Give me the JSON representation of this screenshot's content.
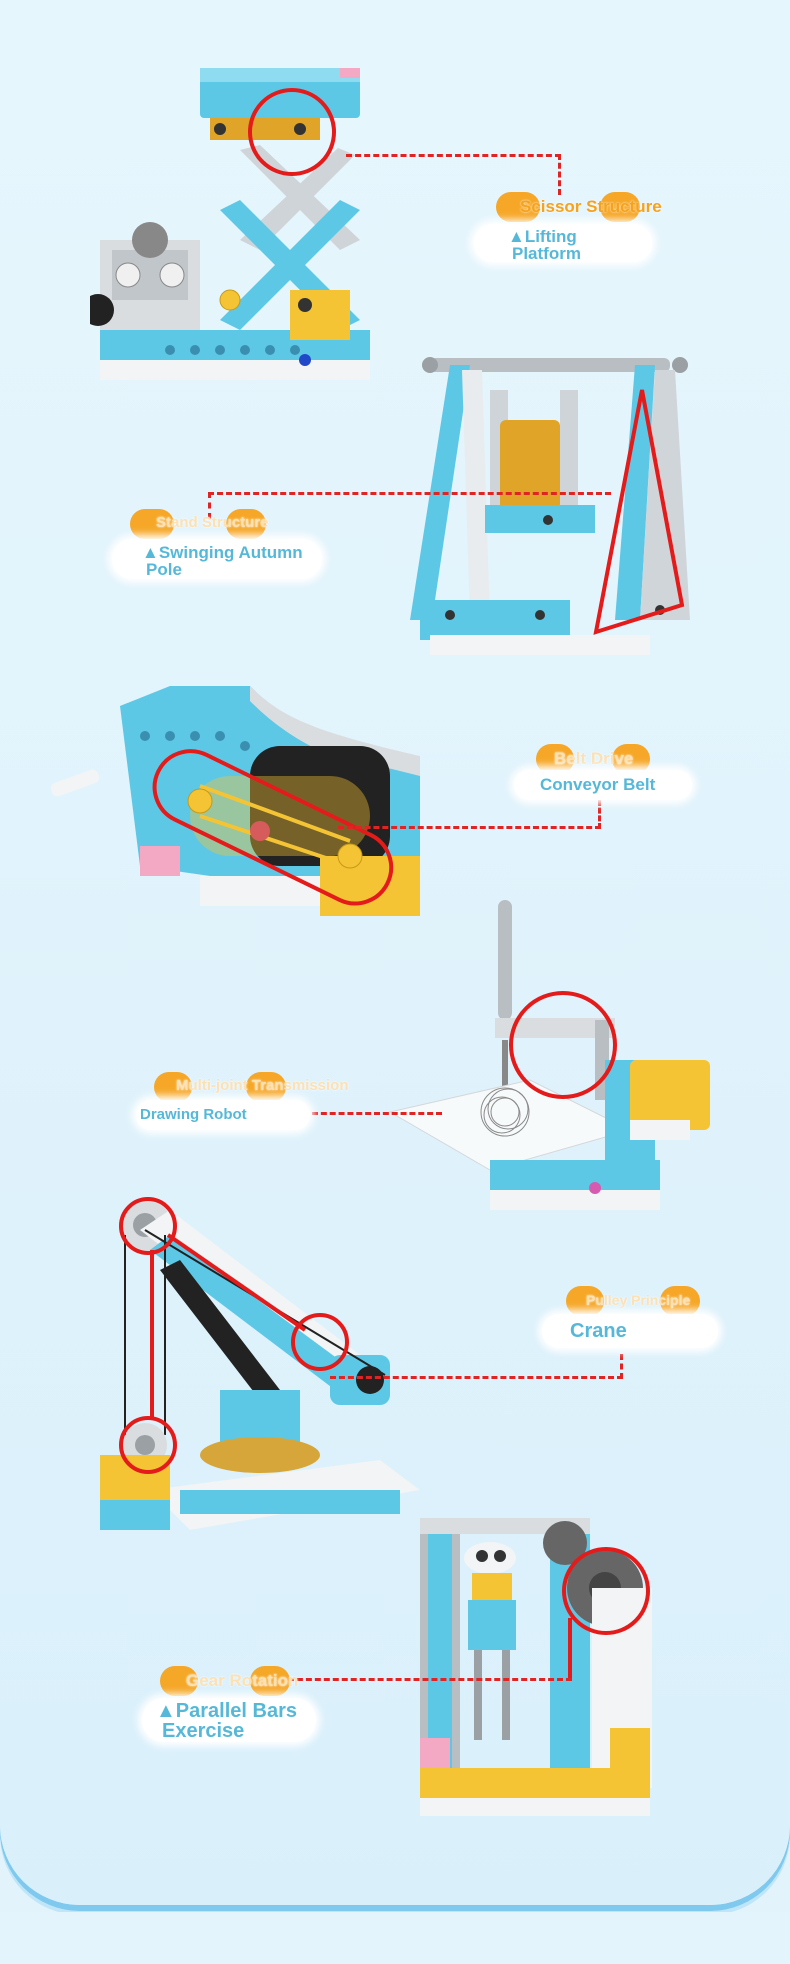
{
  "sections": [
    {
      "title": "Scissor Structure",
      "subtitle": "▲Lifting Platform",
      "subtitle_lines": [
        "▲Lifting",
        "Platform"
      ]
    },
    {
      "title": "Stand Structure",
      "subtitle": "▲Swinging Autumn Pole",
      "subtitle_lines": [
        "▲Swinging Autumn",
        "Pole"
      ]
    },
    {
      "title": "Belt Drive",
      "subtitle": "Conveyor Belt",
      "subtitle_lines": [
        "Conveyor Belt"
      ]
    },
    {
      "title": "Multi-joint Transmission",
      "subtitle": "Drawing Robot",
      "subtitle_lines": [
        "Drawing Robot"
      ]
    },
    {
      "title": "Pulley Principle",
      "subtitle": "Crane",
      "subtitle_lines": [
        "Crane"
      ]
    },
    {
      "title": "Gear Rotation",
      "subtitle": "▲Parallel Bars Exercise",
      "subtitle_lines": [
        "▲Parallel Bars",
        "Exercise"
      ]
    }
  ],
  "colors": {
    "background": "#e3f3fb",
    "accent_orange": "#f7a21b",
    "label_blue": "#56b8d9",
    "guide_red": "#e02424",
    "brick_blue": "#5cc8e6",
    "brick_yellow": "#f4c435",
    "brick_white": "#f2f4f5",
    "brick_gray": "#b9bec2"
  },
  "models": [
    "lifting-platform-model",
    "swing-model",
    "conveyor-belt-model",
    "drawing-robot-model",
    "crane-model",
    "parallel-bars-model"
  ]
}
